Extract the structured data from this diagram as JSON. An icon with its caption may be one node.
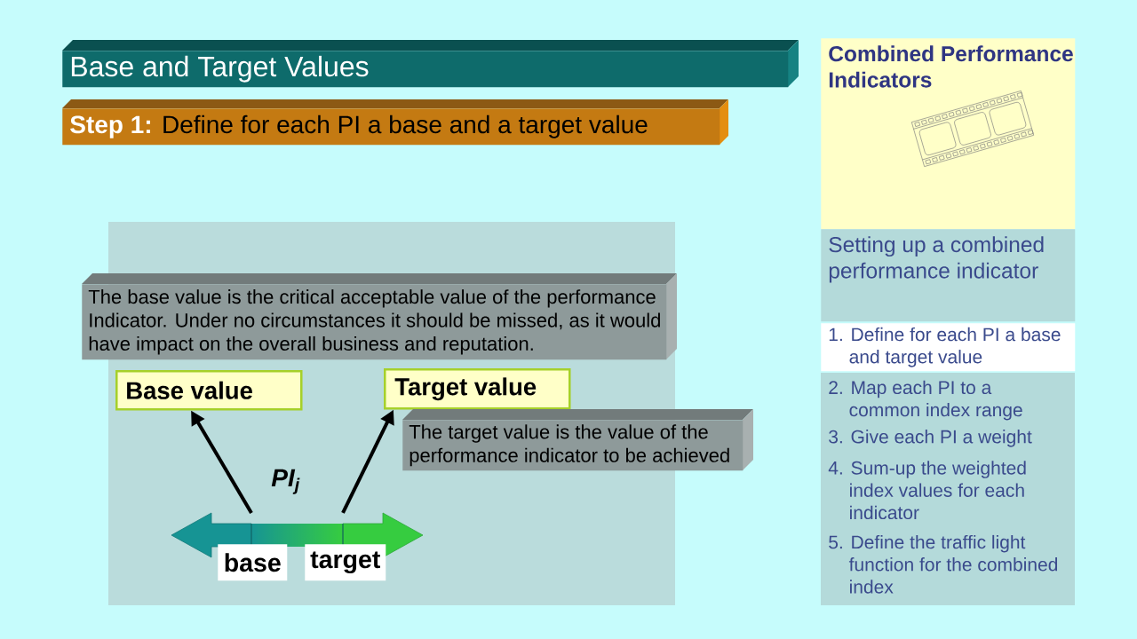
{
  "diagram": {
    "title": "Base and Target Values",
    "nodes": [
      {
        "text": [
          "**Step 1:** Define for each PI a base and a target value"
        ]
      },
      {
        "text": [
          "The base value is the critical acceptable value of the performance Indicator. Under no circumstances it should be missed, as it would have impact on the overall business and reputation."
        ]
      },
      {
        "text": [
          "Base value"
        ]
      },
      {
        "text": [
          "Target value"
        ]
      },
      {
        "text": [
          "The target value is the value of the performance indicator to be achieved"
        ]
      },
      {
        "text": [],
        "shape": "bar"
      },
      {
        "text": [
          "base"
        ]
      },
      {
        "text": [
          "target"
        ]
      },
      {
        "text": [
          "Combined Performance Indicators"
        ]
      },
      {
        "text": [
          "Setting up a combined performance indicator"
        ]
      },
      {
        "text": [
          "1. Define for each PI a base and target value"
        ]
      },
      {
        "text": [
          "2. Map each PI to a common index range",
          "3. Give each PI a weight",
          "4. Sum-up the weighted index values for each indicator",
          "5. Define the traffic light function for the combined index"
        ]
      }
    ],
    "edges": [
      {
        "from": 5,
        "to": 2,
        "arrow": "to"
      },
      {
        "from": 5,
        "to": 3,
        "arrow": "to"
      }
    ],
    "labels": [
      "PI$_{j}$"
    ]
  }
}
